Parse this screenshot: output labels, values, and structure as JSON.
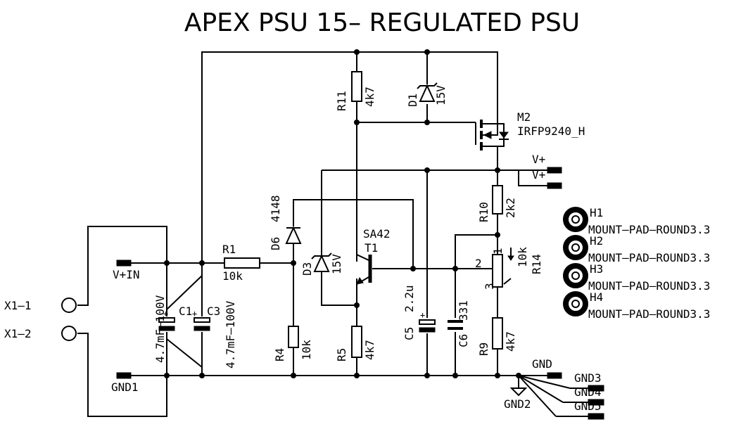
{
  "title": "APEX PSU 15– REGULATED PSU",
  "connectors": {
    "x1_1": "X1–1",
    "x1_2": "X1–2"
  },
  "nets": {
    "vin": "V+IN",
    "gnd1": "GND1",
    "vplus_a": "V+",
    "vplus_b": "V+",
    "gnd": "GND",
    "gnd2": "GND2",
    "gnd3": "GND3",
    "gnd4": "GND4",
    "gnd5": "GND5"
  },
  "components": {
    "r1": {
      "ref": "R1",
      "value": "10k"
    },
    "r4": {
      "ref": "R4",
      "value": "10k"
    },
    "r5": {
      "ref": "R5",
      "value": "4k7"
    },
    "r9": {
      "ref": "R9",
      "value": "4k7"
    },
    "r10": {
      "ref": "R10",
      "value": "2k2"
    },
    "r11": {
      "ref": "R11",
      "value": "4k7"
    },
    "r14": {
      "ref": "R14",
      "value": "10k",
      "pin1": "1",
      "pin2": "2",
      "pin3": "3"
    },
    "c1": {
      "ref": "C1",
      "value": "4.7mF–100V"
    },
    "c3": {
      "ref": "C3",
      "value": "4.7mF–100V"
    },
    "c5": {
      "ref": "C5",
      "value": "2.2u"
    },
    "c6": {
      "ref": "C6",
      "value": "331"
    },
    "d1": {
      "ref": "D1",
      "value": "15V"
    },
    "d3": {
      "ref": "D3",
      "value": "15V"
    },
    "d6": {
      "ref": "D6",
      "value": "4148"
    },
    "t1": {
      "ref": "T1",
      "value": "SA42"
    },
    "m2": {
      "ref": "M2",
      "value": "IRFP9240_H"
    }
  },
  "mounting_holes": [
    {
      "ref": "H1",
      "value": "MOUNT–PAD–ROUND3.3"
    },
    {
      "ref": "H2",
      "value": "MOUNT–PAD–ROUND3.3"
    },
    {
      "ref": "H3",
      "value": "MOUNT–PAD–ROUND3.3"
    },
    {
      "ref": "H4",
      "value": "MOUNT–PAD–ROUND3.3"
    }
  ]
}
